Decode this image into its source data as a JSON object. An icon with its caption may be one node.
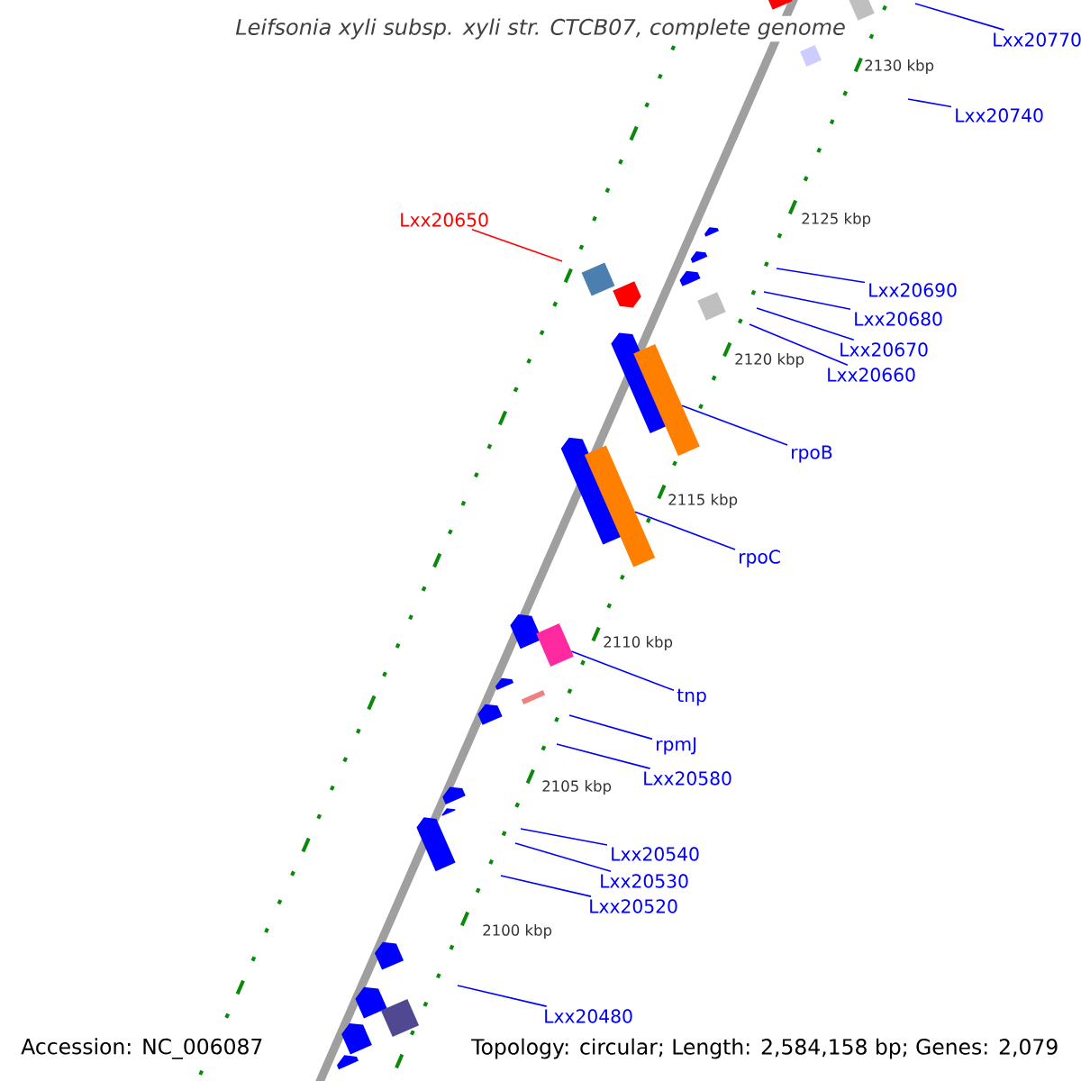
{
  "diagram": {
    "title": "Leifsonia xyli subsp. xyli str. CTCB07, complete genome",
    "nodes": [
      {
        "text": [
          "Lxx20770"
        ]
      },
      {
        "text": [
          "Lxx20740"
        ]
      },
      {
        "text": [
          "Lxx20650"
        ]
      },
      {
        "text": [
          "Lxx20690"
        ]
      },
      {
        "text": [
          "Lxx20680"
        ]
      },
      {
        "text": [
          "Lxx20670"
        ]
      },
      {
        "text": [
          "Lxx20660"
        ]
      },
      {
        "text": [
          "rpoB"
        ]
      },
      {
        "text": [
          "rpoC"
        ]
      },
      {
        "text": [
          "tnp"
        ]
      },
      {
        "text": [
          "rpmJ"
        ]
      },
      {
        "text": [
          "Lxx20580"
        ]
      },
      {
        "text": [
          "Lxx20540"
        ]
      },
      {
        "text": [
          "Lxx20530"
        ]
      },
      {
        "text": [
          "Lxx20520"
        ]
      },
      {
        "text": [
          "Lxx20480"
        ]
      },
      {
        "text": [],
        "shape": "arrow"
      },
      {
        "text": [],
        "shape": "box"
      },
      {
        "text": [],
        "shape": "box"
      },
      {
        "text": [],
        "shape": "arrow"
      },
      {
        "text": [],
        "shape": "arrow"
      },
      {
        "text": [],
        "shape": "arrow"
      },
      {
        "text": [],
        "shape": "box"
      },
      {
        "text": [],
        "shape": "arrow"
      },
      {
        "text": [],
        "shape": "box"
      },
      {
        "text": [],
        "shape": "arrow"
      },
      {
        "text": [],
        "shape": "box"
      },
      {
        "text": [],
        "shape": "arrow"
      },
      {
        "text": [],
        "shape": "box"
      },
      {
        "text": [],
        "shape": "arrow"
      },
      {
        "text": [],
        "shape": "box"
      },
      {
        "text": [],
        "shape": "arrow"
      },
      {
        "text": [],
        "shape": "box"
      },
      {
        "text": [],
        "shape": "arrow"
      },
      {
        "text": [],
        "shape": "arrow"
      },
      {
        "text": [],
        "shape": "arrow"
      },
      {
        "text": [],
        "shape": "arrow"
      },
      {
        "text": [],
        "shape": "arrow"
      },
      {
        "text": [],
        "shape": "arrow"
      },
      {
        "text": [],
        "shape": "box"
      },
      {
        "text": [],
        "shape": "arrow"
      },
      {
        "text": [],
        "shape": "arrow"
      }
    ],
    "edges": [
      {
        "from": 0,
        "to": null,
        "arrow": "none"
      },
      {
        "from": 1,
        "to": null,
        "arrow": "none"
      },
      {
        "from": 2,
        "to": null,
        "arrow": "none",
        "color": "#ff0000"
      },
      {
        "from": 3,
        "to": null,
        "arrow": "none"
      },
      {
        "from": 4,
        "to": null,
        "arrow": "none"
      },
      {
        "from": 5,
        "to": null,
        "arrow": "none"
      },
      {
        "from": 6,
        "to": null,
        "arrow": "none"
      },
      {
        "from": 7,
        "to": 26,
        "arrow": "none"
      },
      {
        "from": 8,
        "to": 28,
        "arrow": "none"
      },
      {
        "from": 9,
        "to": 30,
        "arrow": "none"
      },
      {
        "from": 10,
        "to": null,
        "arrow": "none"
      },
      {
        "from": 11,
        "to": null,
        "arrow": "none"
      },
      {
        "from": 12,
        "to": null,
        "arrow": "none"
      },
      {
        "from": 13,
        "to": null,
        "arrow": "none"
      },
      {
        "from": 14,
        "to": null,
        "arrow": "none"
      },
      {
        "from": 15,
        "to": null,
        "arrow": "none"
      }
    ],
    "labels": [
      "2130 kbp",
      "2125 kbp",
      "2120 kbp",
      "2115 kbp",
      "2110 kbp",
      "2105 kbp",
      "2100 kbp",
      "Accession: NC_006087",
      "Topology: circular; Length: 2,584,158 bp; Genes: 2,079"
    ]
  }
}
